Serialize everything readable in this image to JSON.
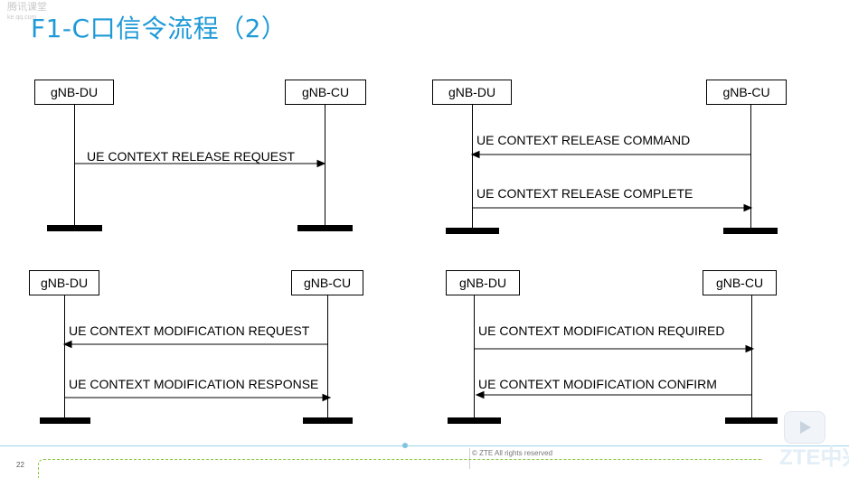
{
  "watermark": {
    "line1": "腾讯课堂",
    "line2": "ke.qq.com"
  },
  "slide_title": "F1-C口信令流程（2）",
  "diagrams": [
    {
      "left": "gNB-DU",
      "right": "gNB-CU",
      "messages": [
        "UE CONTEXT RELEASE REQUEST"
      ]
    },
    {
      "left": "gNB-DU",
      "right": "gNB-CU",
      "messages": [
        "UE CONTEXT RELEASE COMMAND",
        "UE CONTEXT RELEASE COMPLETE"
      ]
    },
    {
      "left": "gNB-DU",
      "right": "gNB-CU",
      "messages": [
        "UE CONTEXT MODIFICATION REQUEST",
        "UE CONTEXT MODIFICATION RESPONSE"
      ]
    },
    {
      "left": "gNB-DU",
      "right": "gNB-CU",
      "messages": [
        "UE CONTEXT MODIFICATION REQUIRED",
        "UE CONTEXT MODIFICATION CONFIRM"
      ]
    }
  ],
  "footer": {
    "copyright": "© ZTE All rights reserved",
    "page_number": "22",
    "logo": "ZTE中兴"
  },
  "colors": {
    "title": "#1f9ad7",
    "lines": "#000000",
    "footer_accent": "#8cc63e"
  }
}
